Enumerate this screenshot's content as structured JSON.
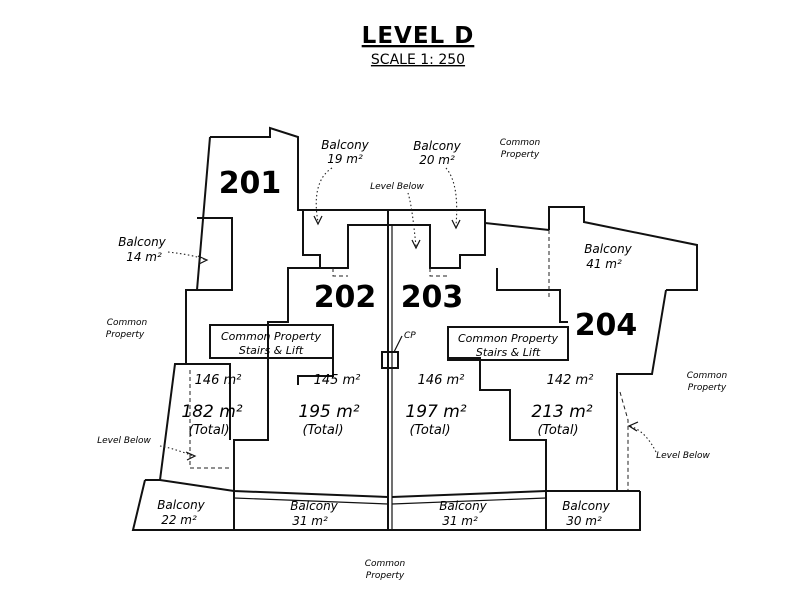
{
  "header": {
    "title": "LEVEL D",
    "scale": "SCALE 1: 250"
  },
  "units": {
    "u201": {
      "number": "201",
      "internal": "146 m²",
      "total": "182 m²",
      "total_label": "(Total)"
    },
    "u202": {
      "number": "202",
      "internal": "145 m²",
      "total": "195 m²",
      "total_label": "(Total)"
    },
    "u203": {
      "number": "203",
      "internal": "146 m²",
      "total": "197 m²",
      "total_label": "(Total)"
    },
    "u204": {
      "number": "204",
      "internal": "142 m²",
      "total": "213 m²",
      "total_label": "(Total)"
    }
  },
  "balconies": {
    "b201_upper": {
      "label": "Balcony",
      "area": "14 m²"
    },
    "b202_upper": {
      "label": "Balcony",
      "area": "19 m²"
    },
    "b203_upper": {
      "label": "Balcony",
      "area": "20 m²"
    },
    "b204_upper": {
      "label": "Balcony",
      "area": "41 m²"
    },
    "b201_lower": {
      "label": "Balcony",
      "area": "22 m²"
    },
    "b202_lower": {
      "label": "Balcony",
      "area": "31 m²"
    },
    "b203_lower": {
      "label": "Balcony",
      "area": "31 m²"
    },
    "b204_lower": {
      "label": "Balcony",
      "area": "30 m²"
    }
  },
  "common_property": {
    "top_right": {
      "line1": "Common",
      "line2": "Property"
    },
    "left": {
      "line1": "Common",
      "line2": "Property"
    },
    "right": {
      "line1": "Common",
      "line2": "Property"
    },
    "bottom": {
      "line1": "Common",
      "line2": "Property"
    },
    "stairs_left": {
      "line1": "Common Property",
      "line2": "Stairs & Lift"
    },
    "stairs_right": {
      "line1": "Common Property",
      "line2": "Stairs & Lift"
    },
    "cp_marker": "CP"
  },
  "notes": {
    "level_below_top": "Level Below",
    "level_below_left": "Level Below",
    "level_below_right": "Level Below"
  }
}
